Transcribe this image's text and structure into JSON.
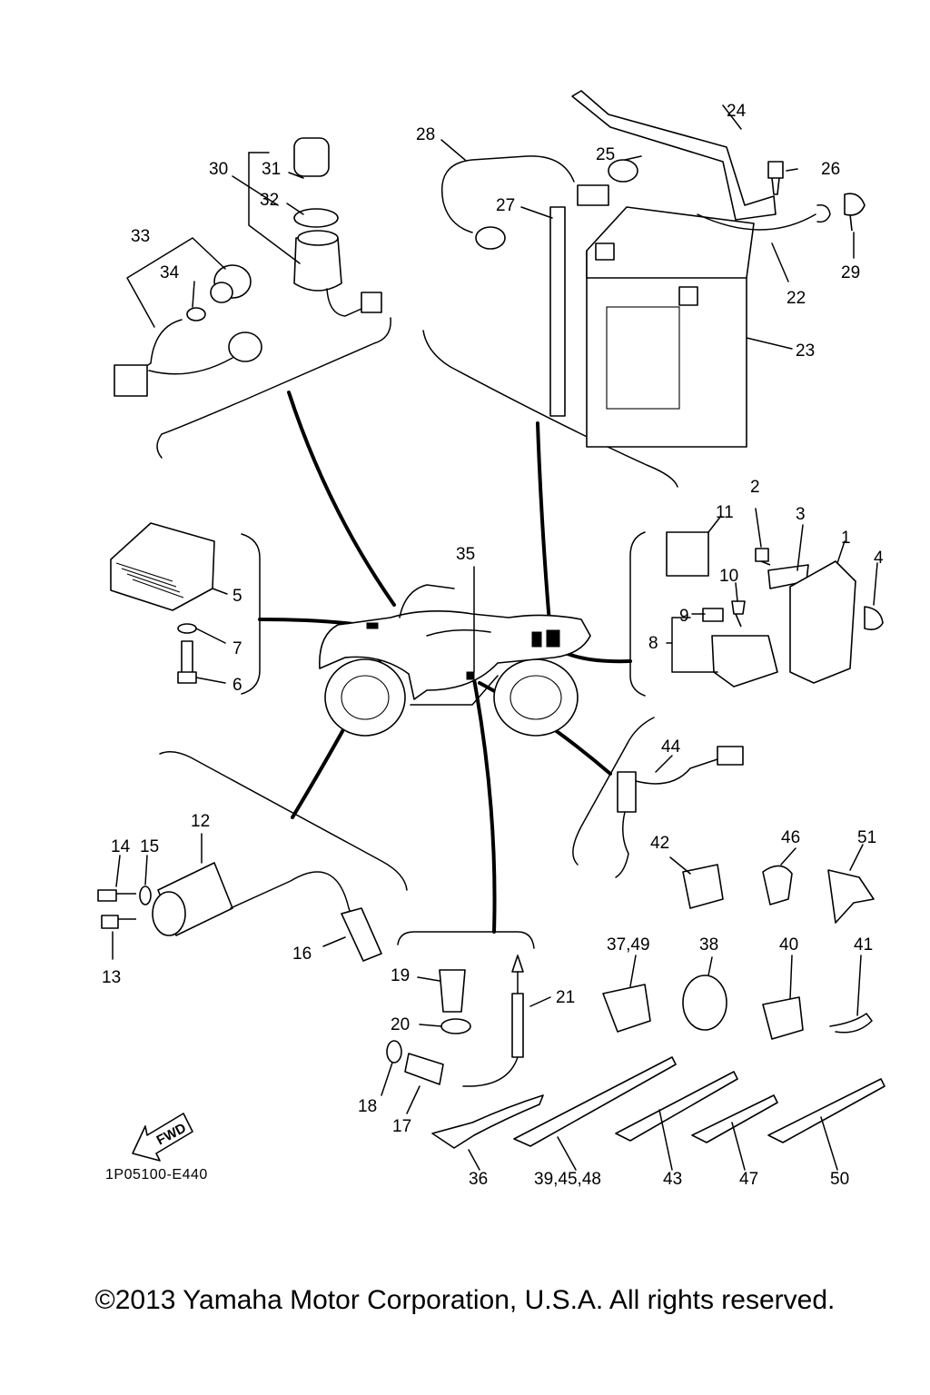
{
  "diagram": {
    "reference_code": "1P05100-E440",
    "fwd_label": "FWD",
    "callouts": [
      "1",
      "2",
      "3",
      "4",
      "5",
      "6",
      "7",
      "8",
      "9",
      "10",
      "11",
      "12",
      "13",
      "14",
      "15",
      "16",
      "17",
      "18",
      "19",
      "20",
      "21",
      "22",
      "23",
      "24",
      "25",
      "26",
      "27",
      "28",
      "29",
      "30",
      "31",
      "32",
      "33",
      "34",
      "35",
      "36",
      "37,49",
      "38",
      "39,45,48",
      "40",
      "41",
      "42",
      "43",
      "44",
      "46",
      "47",
      "50",
      "51"
    ]
  },
  "footer": {
    "copyright": "©2013 Yamaha Motor Corporation, U.S.A. All rights reserved."
  }
}
